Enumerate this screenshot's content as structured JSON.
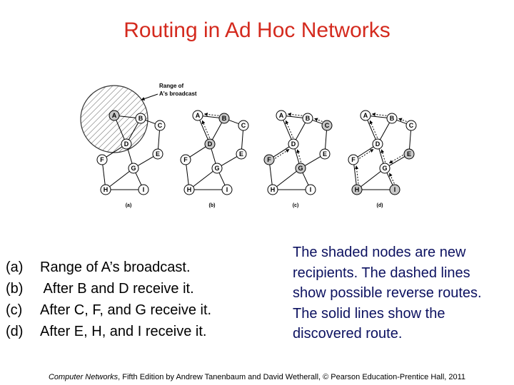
{
  "title": "Routing in Ad Hoc Networks",
  "figure": {
    "callout": [
      "Range of",
      "A's broadcast"
    ],
    "panels": [
      {
        "label": "(a)",
        "highlighted": [
          "A"
        ],
        "arrows": []
      },
      {
        "label": "(b)",
        "highlighted": [
          "B",
          "D"
        ],
        "arrows": [
          [
            "B",
            "A"
          ],
          [
            "D",
            "A"
          ]
        ]
      },
      {
        "label": "(c)",
        "highlighted": [
          "C",
          "F",
          "G"
        ],
        "arrows": [
          [
            "B",
            "A"
          ],
          [
            "D",
            "A"
          ],
          [
            "C",
            "B"
          ],
          [
            "F",
            "D"
          ],
          [
            "G",
            "D"
          ]
        ]
      },
      {
        "label": "(d)",
        "highlighted": [
          "E",
          "H",
          "I"
        ],
        "arrows": [
          [
            "B",
            "A"
          ],
          [
            "D",
            "A"
          ],
          [
            "C",
            "B"
          ],
          [
            "F",
            "D"
          ],
          [
            "G",
            "D"
          ],
          [
            "E",
            "G"
          ],
          [
            "H",
            "F"
          ],
          [
            "I",
            "G"
          ]
        ]
      }
    ],
    "nodes": [
      "A",
      "B",
      "C",
      "D",
      "E",
      "F",
      "G",
      "H",
      "I"
    ],
    "edges": [
      [
        "A",
        "B"
      ],
      [
        "A",
        "D"
      ],
      [
        "B",
        "D"
      ],
      [
        "B",
        "C"
      ],
      [
        "C",
        "E"
      ],
      [
        "D",
        "F"
      ],
      [
        "D",
        "G"
      ],
      [
        "E",
        "G"
      ],
      [
        "F",
        "H"
      ],
      [
        "G",
        "H"
      ],
      [
        "G",
        "I"
      ],
      [
        "H",
        "I"
      ]
    ]
  },
  "captions": [
    {
      "letter": "(a)",
      "text": "Range of A’s broadcast."
    },
    {
      "letter": "(b)",
      "text": " After B and D receive it."
    },
    {
      "letter": "(c)",
      "text": "After C, F, and G receive it."
    },
    {
      "letter": "(d)",
      "text": "After E, H, and I receive it."
    }
  ],
  "notes": "The shaded nodes are new recipients. The dashed lines show possible reverse routes. The solid lines show the discovered route.",
  "footer": {
    "book": "Computer Networks",
    "rest": ", Fifth Edition by Andrew Tanenbaum and David Wetherall, © Pearson Education-Prentice Hall, 2011"
  }
}
